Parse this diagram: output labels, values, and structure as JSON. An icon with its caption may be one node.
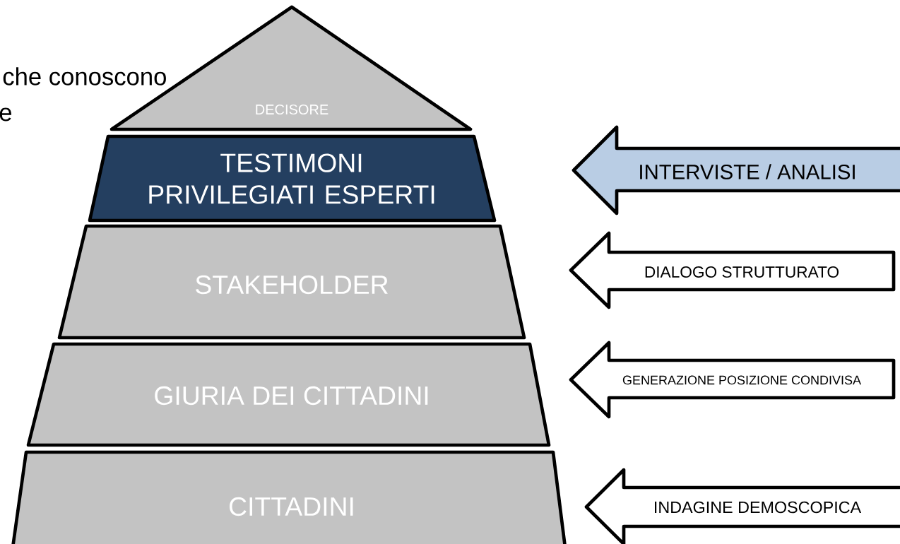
{
  "diagram": {
    "nodes": [
      {
        "text": [
          "DECISORE"
        ]
      },
      {
        "text": [
          "TESTIMONI PRIVILEGIATI ESPERTI"
        ]
      },
      {
        "text": [
          "STAKEHOLDER"
        ]
      },
      {
        "text": [
          "GIURIA DEI CITTADINI"
        ]
      },
      {
        "text": [
          "CITTADINI"
        ]
      },
      {
        "text": [
          "INTERVISTE / ANALISI"
        ]
      },
      {
        "text": [
          "DIALOGO STRUTTURATO"
        ]
      },
      {
        "text": [
          "GENERAZIONE POSIZIONE CONDIVISA"
        ]
      },
      {
        "text": [
          "INDAGINE DEMOSCOPICA"
        ]
      }
    ],
    "labels": [
      "che conoscono",
      "e"
    ]
  }
}
